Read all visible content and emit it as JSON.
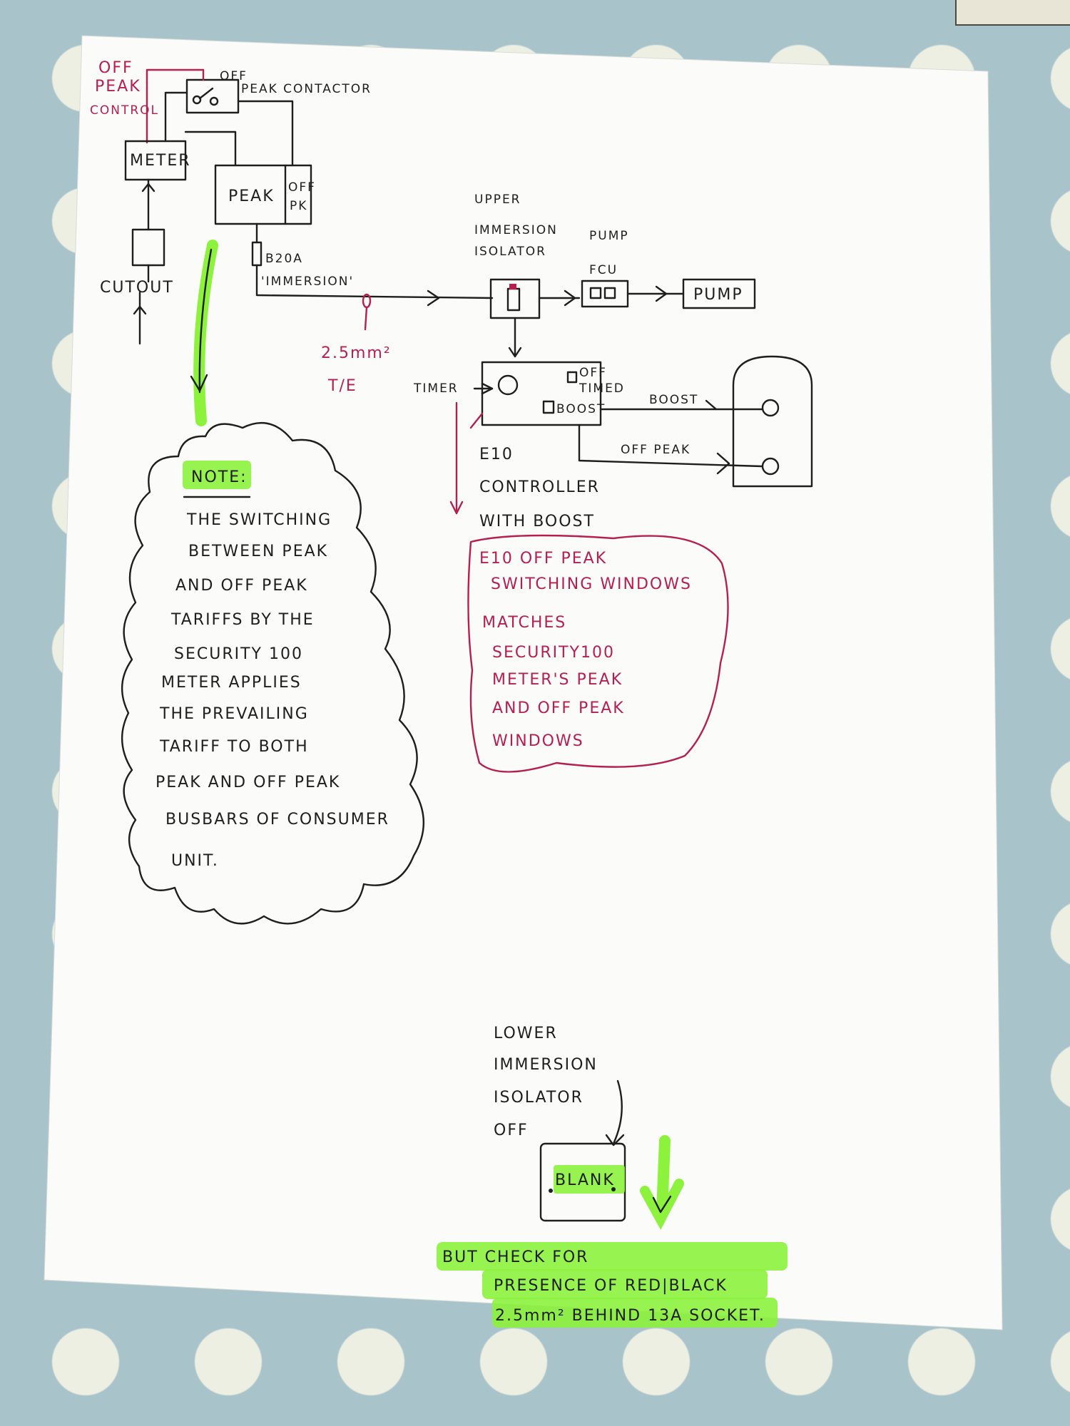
{
  "meter": {
    "off_peak_control": [
      "OFF",
      "PEAK",
      "CONTROL"
    ],
    "off_peak_contactor": [
      "OFF",
      "PEAK CONTACTOR"
    ],
    "meter_label": "METER",
    "cutout_label": "CUTOUT",
    "peak_label": "PEAK",
    "offpk_label": [
      "OFF",
      "PK"
    ]
  },
  "circuit": {
    "breaker_label": "B20A",
    "breaker_name": "'IMMERSION'",
    "cable_label": [
      "2.5mm²",
      "T/E"
    ]
  },
  "upper": {
    "isolator_label": [
      "UPPER",
      "IMMERSION",
      "ISOLATOR"
    ],
    "pump_fcu_label": [
      "PUMP",
      "FCU"
    ],
    "pump_label": "PUMP"
  },
  "controller": {
    "timer_label": "TIMER",
    "offtimed_label": [
      "OFF",
      "TIMED"
    ],
    "boost_button": "BOOST",
    "name": [
      "E10",
      "CONTROLLER",
      "WITH BOOST"
    ],
    "boost_line": "BOOST",
    "offpeak_line": "OFF PEAK"
  },
  "note": {
    "heading": "NOTE:",
    "lines": [
      "THE SWITCHING",
      "BETWEEN PEAK",
      "AND OFF PEAK",
      "TARIFFS BY THE",
      "SECURITY 100",
      "METER APPLIES",
      "THE PREVAILING",
      "TARIFF TO BOTH",
      "PEAK AND OFF PEAK",
      "BUSBARS OF CONSUMER",
      "UNIT."
    ]
  },
  "e10_note": {
    "lines": [
      "E10 OFF PEAK",
      "SWITCHING WINDOWS",
      "MATCHES",
      "SECURITY100",
      "METER'S PEAK",
      "AND OFF PEAK",
      "WINDOWS"
    ]
  },
  "lower": {
    "label": [
      "LOWER",
      "IMMERSION",
      "ISOLATOR",
      "OFF"
    ],
    "blank_label": "BLANK",
    "check_lines": [
      "BUT CHECK FOR",
      "PRESENCE OF RED|BLACK",
      "2.5mm² BEHIND 13A SOCKET."
    ]
  },
  "colors": {
    "ink": "#1e1e1e",
    "red_ink": "#b5204f",
    "highlighter": "#8cf23c",
    "paper": "#fbfbf9",
    "tablecloth": "#a9c3cb"
  }
}
